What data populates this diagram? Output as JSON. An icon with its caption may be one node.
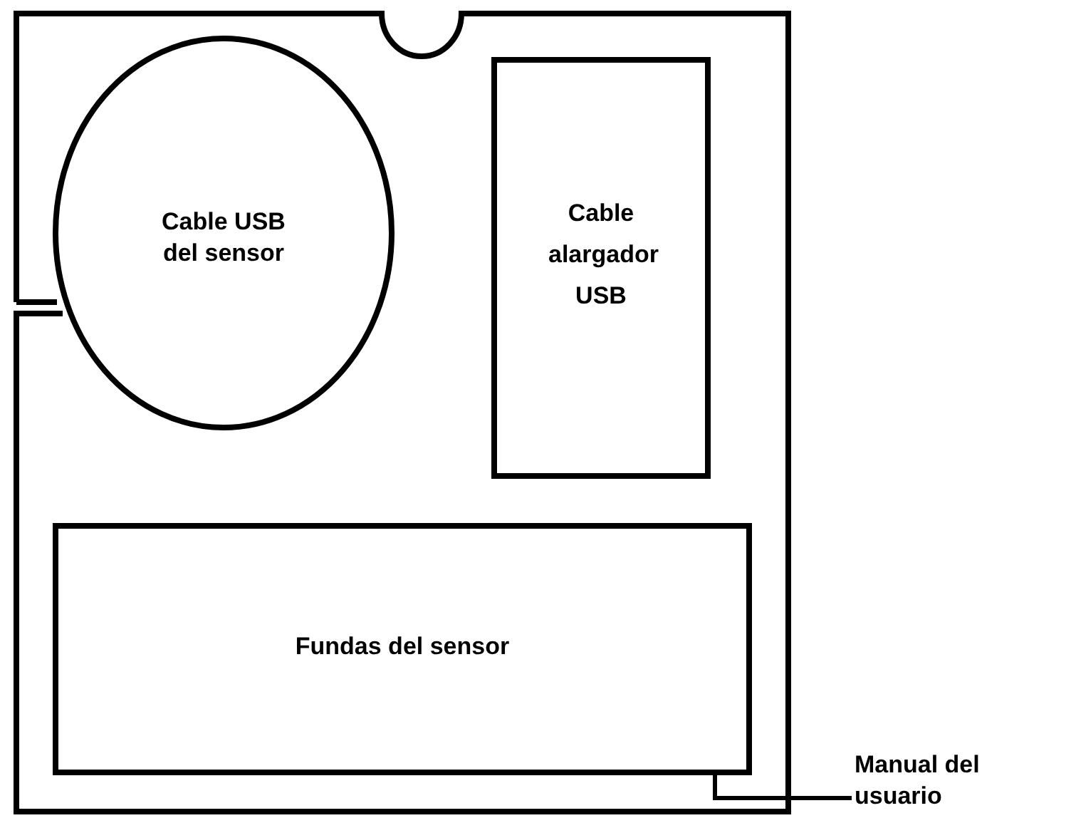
{
  "diagram": {
    "nodes": [
      {
        "text": [],
        "shape": "box"
      },
      {
        "text": [
          "Cable USB del sensor"
        ],
        "in": 0
      },
      {
        "text": [
          "Cable alargador USB"
        ],
        "in": 0
      },
      {
        "text": [
          "Fundas del sensor"
        ],
        "in": 0
      },
      {
        "text": [
          "Manual del usuario"
        ]
      }
    ],
    "edges": [
      {
        "from": 4,
        "to": 3,
        "arrow": "none"
      }
    ]
  }
}
